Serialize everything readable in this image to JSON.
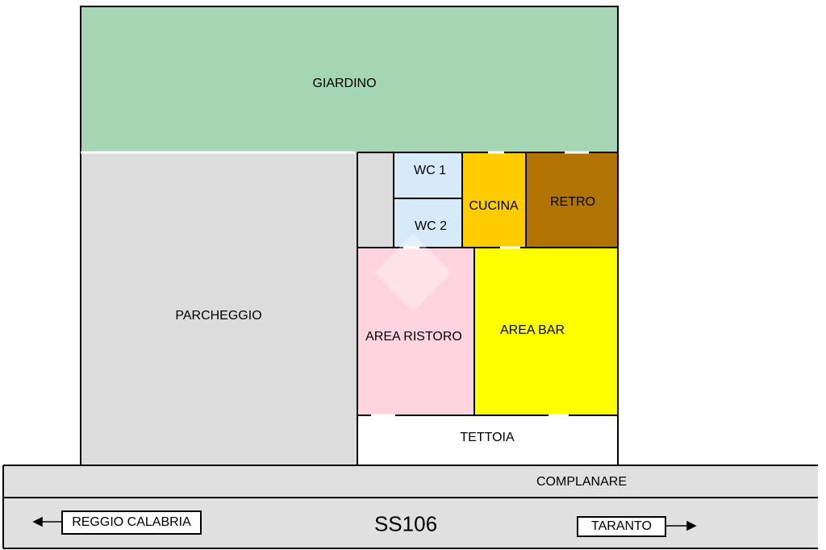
{
  "areas": {
    "giardino": "GIARDINO",
    "parcheggio": "PARCHEGGIO",
    "wc1": "WC 1",
    "wc2": "WC 2",
    "cucina": "CUCINA",
    "retro": "RETRO",
    "area_ristoro": "AREA RISTORO",
    "area_bar": "AREA BAR",
    "tettoia": "TETTOIA"
  },
  "roads": {
    "complanare": "COMPLANARE",
    "highway": "SS106",
    "direction_left": "REGGIO CALABRIA",
    "direction_right": "TARANTO"
  },
  "colors": {
    "giardino": "#a6d5b3",
    "parcheggio": "#dcdcdc",
    "wc": "#d6eafa",
    "cucina": "#ffcc00",
    "retro": "#b27400",
    "area_ristoro": "#ffd4de",
    "area_bar": "#ffff00",
    "road": "#e0e0e0"
  }
}
